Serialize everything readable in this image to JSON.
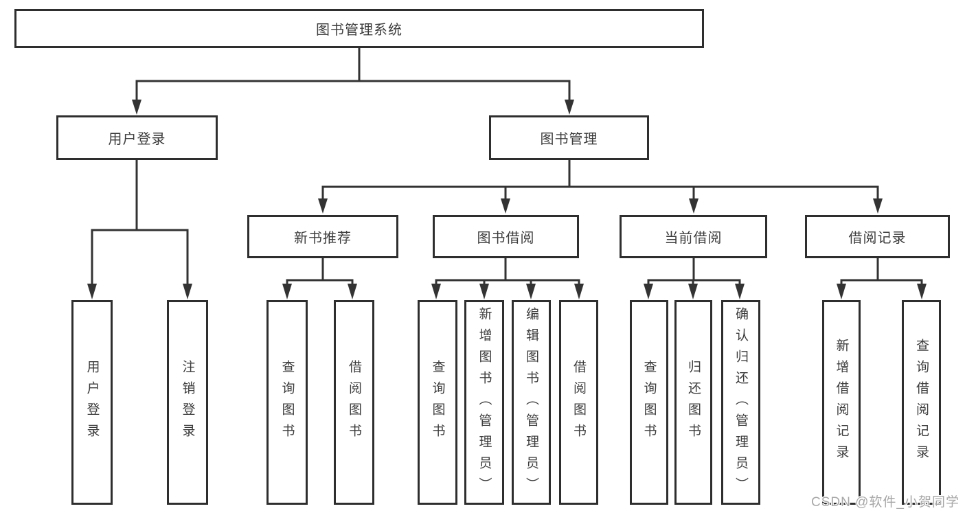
{
  "diagram": {
    "root": {
      "label": "图书管理系统"
    },
    "branches": [
      {
        "label": "用户登录",
        "children": [
          {
            "label": "用户登录"
          },
          {
            "label": "注销登录"
          }
        ]
      },
      {
        "label": "图书管理",
        "children": [
          {
            "label": "新书推荐",
            "children": [
              {
                "label": "查询图书"
              },
              {
                "label": "借阅图书"
              }
            ]
          },
          {
            "label": "图书借阅",
            "children": [
              {
                "label": "查询图书"
              },
              {
                "label": "新增图书（管理员）"
              },
              {
                "label": "编辑图书（管理员）"
              },
              {
                "label": "借阅图书"
              }
            ]
          },
          {
            "label": "当前借阅",
            "children": [
              {
                "label": "查询图书"
              },
              {
                "label": "归还图书"
              },
              {
                "label": "确认归还（管理员）"
              }
            ]
          },
          {
            "label": "借阅记录",
            "children": [
              {
                "label": "新增借阅记录"
              },
              {
                "label": "查询借阅记录"
              }
            ]
          }
        ]
      }
    ]
  },
  "watermark": {
    "text": "CSDN @软件_小贺同学"
  },
  "colors": {
    "line": "#333333",
    "text": "#3c3c3c",
    "watermark": "#a8a8a8"
  }
}
